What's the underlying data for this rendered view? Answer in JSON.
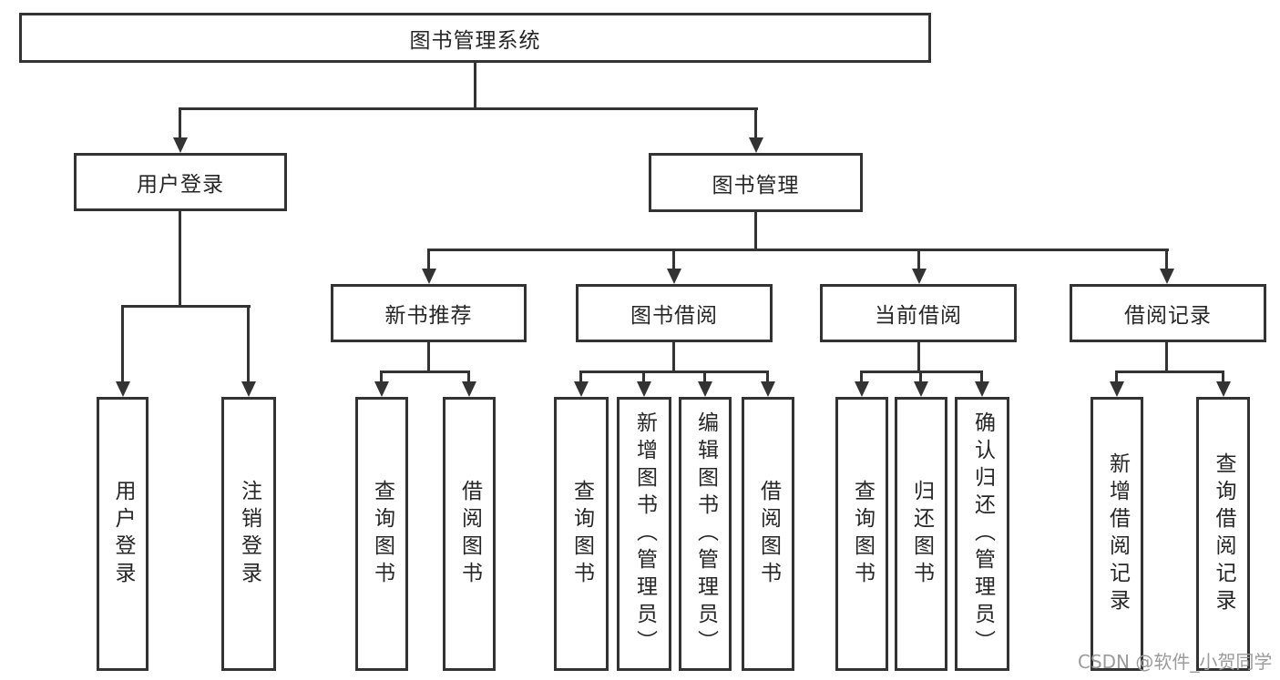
{
  "tree": {
    "label": "图书管理系统",
    "children": [
      {
        "label": "用户登录",
        "children": [
          {
            "label": "用户登录"
          },
          {
            "label": "注销登录"
          }
        ]
      },
      {
        "label": "图书管理",
        "children": [
          {
            "label": "新书推荐",
            "children": [
              {
                "label": "查询图书"
              },
              {
                "label": "借阅图书"
              }
            ]
          },
          {
            "label": "图书借阅",
            "children": [
              {
                "label": "查询图书"
              },
              {
                "label": "新增图书（管理员）"
              },
              {
                "label": "编辑图书（管理员）"
              },
              {
                "label": "借阅图书"
              }
            ]
          },
          {
            "label": "当前借阅",
            "children": [
              {
                "label": "查询图书"
              },
              {
                "label": "归还图书"
              },
              {
                "label": "确认归还（管理员）"
              }
            ]
          },
          {
            "label": "借阅记录",
            "children": [
              {
                "label": "新增借阅记录"
              },
              {
                "label": "查询借阅记录"
              }
            ]
          }
        ]
      }
    ]
  },
  "watermark": {
    "text": "CSDN @软件_小贺同学"
  },
  "colors": {
    "line": "#333333",
    "box_border": "#333333",
    "box_fill": "#ffffff",
    "text": "#262626",
    "watermark": "#9b9b9b",
    "background": "#ffffff"
  }
}
